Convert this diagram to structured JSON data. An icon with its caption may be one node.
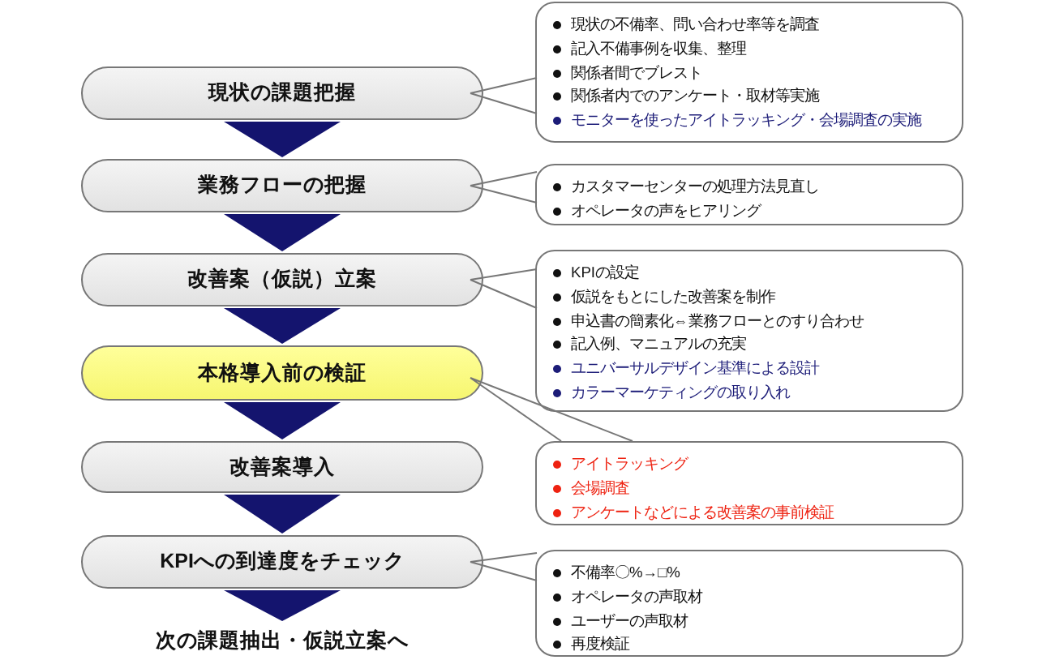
{
  "diagram": {
    "nodes": [
      {
        "text": [
          "現状の課題把握"
        ]
      },
      {
        "text": [
          "業務フローの把握"
        ]
      },
      {
        "text": [
          "改善案（仮説）立案"
        ]
      },
      {
        "text": [
          "本格導入前の検証"
        ]
      },
      {
        "text": [
          "改善案導入"
        ]
      },
      {
        "text": [
          "KPIへの到達度をチェック"
        ]
      },
      {
        "text": [
          "次の課題抽出・仮説立案へ"
        ]
      },
      {
        "text": [
          "現状の不備率、問い合わせ率等を調査",
          "記入不備事例を収集、整理",
          "関係者間でブレスト",
          "関係者内でのアンケート・取材等実施",
          "モニターを使ったアイトラッキング・会場調査の実施"
        ]
      },
      {
        "text": [
          "カスタマーセンターの処理方法見直し",
          "オペレータの声をヒアリング"
        ]
      },
      {
        "text": [
          "KPIの設定",
          "仮説をもとにした改善案を制作",
          "申込書の簡素化⇔業務フローとのすり合わせ",
          "記入例、マニュアルの充実",
          "ユニバーサルデザイン基準による設計",
          "カラーマーケティングの取り入れ"
        ]
      },
      {
        "text": [
          "アイトラッキング",
          "会場調査",
          "アンケートなどによる改善案の事前検証"
        ]
      },
      {
        "text": [
          "不備率〇%→□%",
          "オペレータの声取材",
          "ユーザーの声取材",
          "再度検証"
        ]
      }
    ],
    "edges": [
      {
        "from": 0,
        "to": 1,
        "arrow": "to"
      },
      {
        "from": 1,
        "to": 2,
        "arrow": "to"
      },
      {
        "from": 2,
        "to": 3,
        "arrow": "to"
      },
      {
        "from": 3,
        "to": 4,
        "arrow": "to"
      },
      {
        "from": 4,
        "to": 5,
        "arrow": "to"
      },
      {
        "from": 5,
        "to": 6,
        "arrow": "to"
      },
      {
        "from": 0,
        "to": 7,
        "arrow": "none"
      },
      {
        "from": 1,
        "to": 8,
        "arrow": "none"
      },
      {
        "from": 2,
        "to": 9,
        "arrow": "none"
      },
      {
        "from": 3,
        "to": 10,
        "arrow": "none"
      },
      {
        "from": 5,
        "to": 11,
        "arrow": "none"
      }
    ]
  }
}
